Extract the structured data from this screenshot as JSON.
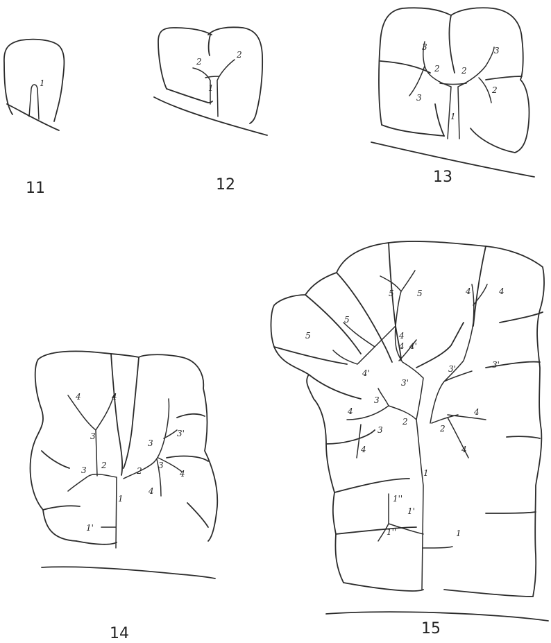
{
  "figures": [
    {
      "number": "11",
      "labels": [
        "1"
      ]
    },
    {
      "number": "12",
      "labels": [
        "2",
        "2",
        "1"
      ]
    },
    {
      "number": "13",
      "labels": [
        "3",
        "3",
        "2",
        "2",
        "3",
        "2",
        "1"
      ]
    },
    {
      "number": "14",
      "labels": [
        "4",
        "4",
        "3",
        "3",
        "3'",
        "3",
        "2",
        "2",
        "3",
        "4",
        "4",
        "1",
        "1'"
      ]
    },
    {
      "number": "15",
      "labels": [
        "5",
        "5",
        "4",
        "4",
        "5",
        "5",
        "4",
        "4'",
        "4",
        "4'",
        "3'",
        "3'",
        "3'",
        "3",
        "4",
        "4",
        "2",
        "2",
        "3",
        "4",
        "4",
        "1",
        "1''",
        "1'",
        "1''",
        "1"
      ]
    }
  ]
}
